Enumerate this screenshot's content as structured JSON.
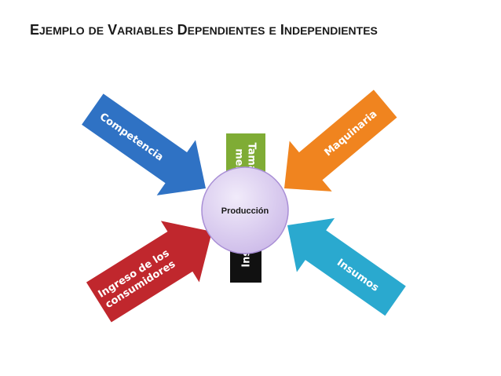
{
  "title": {
    "words": [
      {
        "cap": "E",
        "rest": "JEMPLO"
      },
      {
        "cap": "",
        "rest": "DE"
      },
      {
        "cap": "V",
        "rest": "ARIABLES"
      },
      {
        "cap": "D",
        "rest": "EPENDIENTES"
      },
      {
        "cap": "",
        "rest": "E"
      },
      {
        "cap": "I",
        "rest": "NDEPENDIENTES"
      }
    ]
  },
  "center": {
    "label": "Producción",
    "fill": "#ddd0f0",
    "stroke": "#a98fd6"
  },
  "arrows": [
    {
      "id": "insumos-top",
      "lines": [
        "Insumos"
      ],
      "color": "#111111"
    },
    {
      "id": "maquinaria",
      "lines": [
        "Maquinaria"
      ],
      "color": "#f0841f"
    },
    {
      "id": "insumos-right",
      "lines": [
        "Insumos"
      ],
      "color": "#2aa9cf"
    },
    {
      "id": "tamano",
      "lines": [
        "Tamaño de",
        "mercado"
      ],
      "color": "#7fac35"
    },
    {
      "id": "ingreso",
      "lines": [
        "Ingreso de los",
        "consumidores"
      ],
      "color": "#c0272d"
    },
    {
      "id": "competencia",
      "lines": [
        "Competencia"
      ],
      "color": "#2f72c4"
    }
  ]
}
